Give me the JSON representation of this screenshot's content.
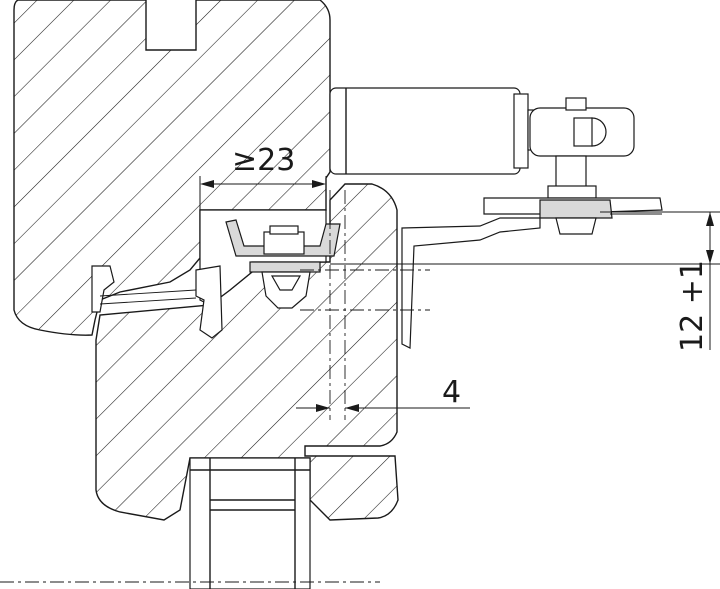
{
  "dimensions": {
    "gap_min": "≥23",
    "offset": "4",
    "height": "12 +1"
  }
}
